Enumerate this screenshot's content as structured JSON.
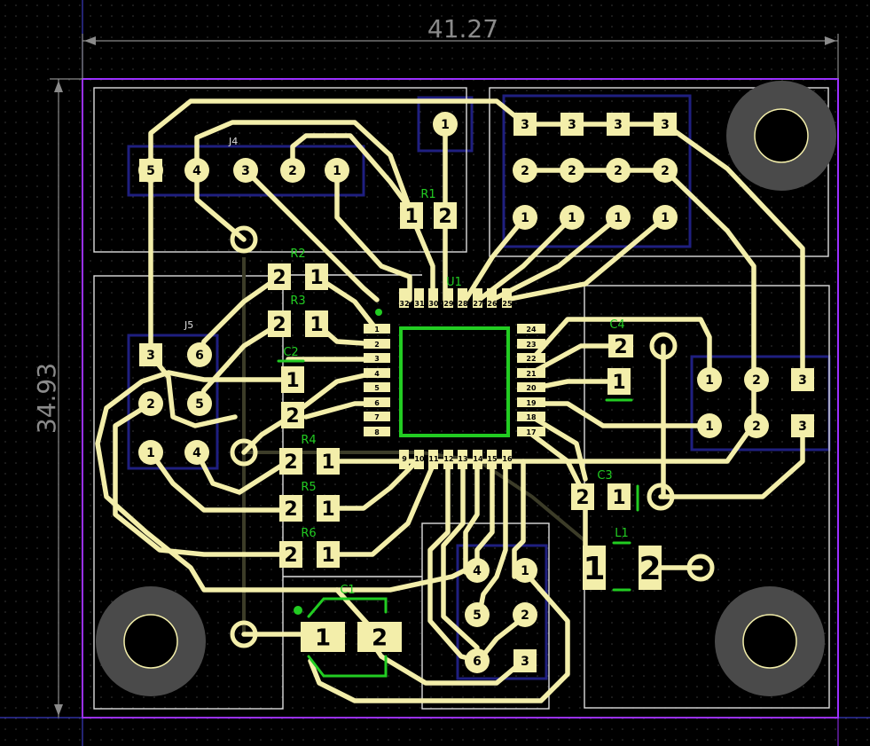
{
  "colors": {
    "background": "#000000",
    "grid_dot": "#2a2a2a",
    "trace": "#f3eeaa",
    "pad": "#f3eeaa",
    "board_outline": "#8a2be2",
    "silkscreen": "#ffffff",
    "ref_green": "#22cc22",
    "bottom_layer": "#1a1a6b",
    "dimension": "#888888",
    "hole": "#4a4a4a"
  },
  "dimensions": {
    "width": "41.27",
    "height": "34.93"
  },
  "components": {
    "u1": "U1",
    "r1": "R1",
    "r2": "R2",
    "r3": "R3",
    "r4": "R4",
    "r5": "R5",
    "r6": "R6",
    "c1": "C1",
    "c2": "C2",
    "c3": "C3",
    "c4": "C4",
    "l1": "L1"
  },
  "pins": {
    "p1": "1",
    "p2": "2",
    "p3": "3",
    "p4": "4",
    "p5": "5",
    "p6": "6",
    "p7": "7",
    "p8": "8",
    "p9": "9",
    "p10": "10",
    "p11": "11",
    "p12": "12",
    "p13": "13",
    "p14": "14",
    "p15": "15",
    "p16": "16",
    "p17": "17",
    "p18": "18",
    "p19": "19",
    "p20": "20",
    "p21": "21",
    "p22": "22",
    "p23": "23",
    "p24": "24",
    "p25": "25",
    "p26": "26",
    "p27": "27",
    "p28": "28",
    "p29": "29",
    "p30": "30",
    "p31": "31",
    "p32": "32"
  }
}
